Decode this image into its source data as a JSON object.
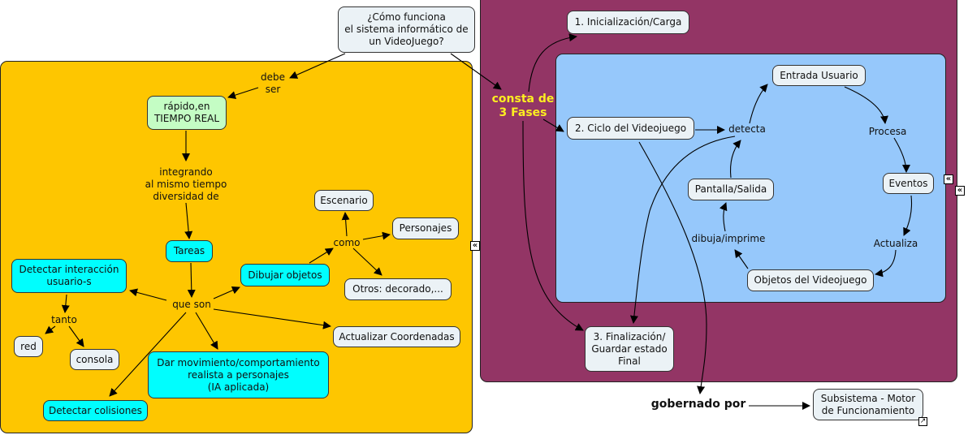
{
  "groups": {
    "yellow": {
      "color": "#fec600"
    },
    "purple": {
      "color": "#933565"
    },
    "blue": {
      "color": "#96c8fb"
    }
  },
  "nodes": {
    "root": "¿Cómo funciona\nel sistema informático de\nun VideoJuego?",
    "rapido": "rápido,en\nTIEMPO REAL",
    "tareas": "Tareas",
    "detectar_interaccion": "Detectar interacción\nusuario-s",
    "red": "red",
    "consola": "consola",
    "dibujar_objetos": "Dibujar objetos",
    "escenario": "Escenario",
    "personajes": "Personajes",
    "otros": "Otros: decorado,...",
    "actualizar_coordenadas": "Actualizar Coordenadas",
    "dar_movimiento": "Dar movimiento/comportamiento\nrealista a personajes\n(IA aplicada)",
    "detectar_colisiones": "Detectar colisiones",
    "fase1": "1. Inicialización/Carga",
    "fase2": "2. Ciclo del Videojuego",
    "fase3": "3. Finalización/\nGuardar estado\nFinal",
    "entrada_usuario": "Entrada Usuario",
    "eventos": "Eventos",
    "objetos_videojuego": "Objetos del Videojuego",
    "pantalla_salida": "Pantalla/Salida",
    "subsistema": "Subsistema - Motor\nde Funcionamiento"
  },
  "links": {
    "debe_ser": "debe\nser",
    "integrando": "integrando\nal mismo tiempo\ndiversidad de",
    "que_son": "que son",
    "tanto": "tanto",
    "como": "como",
    "consta_de": "consta de\n3 Fases",
    "detecta": "detecta",
    "procesa": "Procesa",
    "actualiza": "Actualiza",
    "dibuja_imprime": "dibuja/imprime",
    "gobernado_por": "gobernado por"
  },
  "icons": {
    "collapse": "«",
    "external_link": "↗"
  }
}
